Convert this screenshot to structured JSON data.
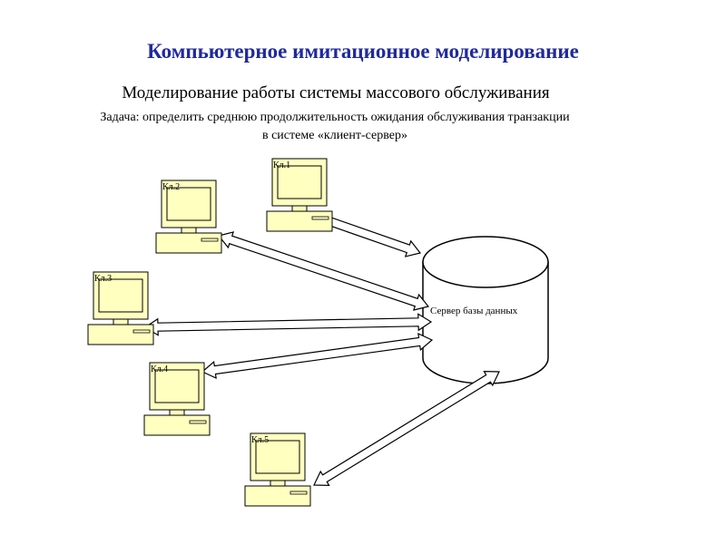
{
  "header": {
    "title": "Компьютерное имитационное моделирование",
    "subtitle": "Моделирование работы системы массового обслуживания",
    "task_line1": "Задача: определить среднюю продолжительность ожидания обслуживания транзакции",
    "task_line2": "в системе «клиент-сервер»"
  },
  "diagram": {
    "server_label": "Сервер  базы данных",
    "clients": [
      {
        "id": "1",
        "label": "Кл.1"
      },
      {
        "id": "2",
        "label": "Кл.2"
      },
      {
        "id": "3",
        "label": "Кл.3"
      },
      {
        "id": "4",
        "label": "Кл.4"
      },
      {
        "id": "5",
        "label": "Кл.5"
      }
    ],
    "colors": {
      "computer_fill": "#ffffc0",
      "stroke": "#000000",
      "title": "#1f2a9c"
    }
  }
}
